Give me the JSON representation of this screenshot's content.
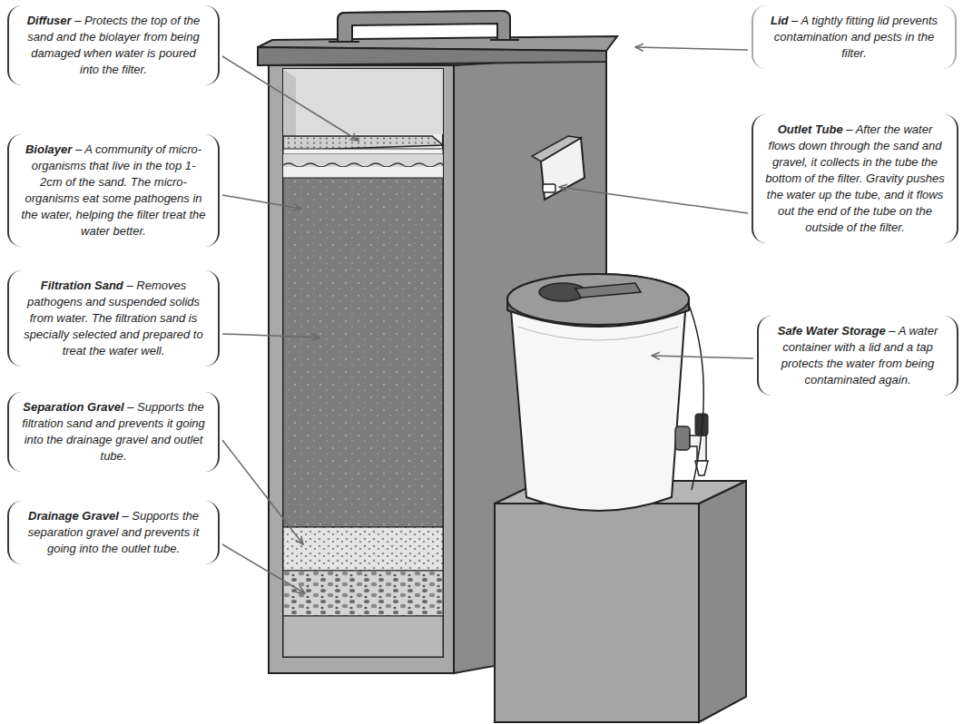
{
  "diagram": {
    "nodes": [
      {
        "text": [
          "Diffuser",
          "– Protects the top of the sand and the biolayer from being damaged when water is poured into the filter."
        ]
      },
      {
        "text": [
          "Biolayer",
          "– A community of micro-organisms that live in the top 1-2cm of the sand. The micro-organisms eat some pathogens in the water, helping the filter treat the water better."
        ]
      },
      {
        "text": [
          "Filtration Sand",
          "– Removes pathogens and suspended solids from water. The filtration sand is specially selected and prepared to treat the water well."
        ]
      },
      {
        "text": [
          "Separation Gravel",
          "– Supports the filtration sand and prevents it going into the drainage gravel and outlet tube."
        ]
      },
      {
        "text": [
          "Drainage Gravel",
          "– Supports the separation gravel and prevents it going into the outlet tube."
        ]
      },
      {
        "text": [
          "Lid",
          "– A tightly fitting lid prevents contamination and pests in the filter."
        ]
      },
      {
        "text": [
          "Outlet Tube",
          "– After the water flows down through the sand and gravel, it collects in the tube the bottom of the filter. Gravity pushes the water up the tube, and it flows out the end of the tube on the outside of the filter."
        ]
      },
      {
        "text": [
          "Safe Water Storage",
          "– A water container with a lid and a tap protects the water from being contaminated again."
        ]
      }
    ]
  }
}
